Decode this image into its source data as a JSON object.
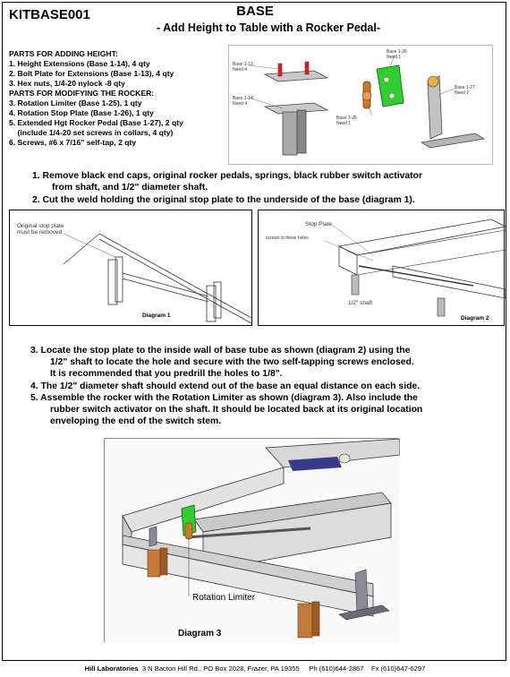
{
  "header": {
    "doc_id": "KITBASE001",
    "title": "BASE",
    "subtitle": "- Add Height to Table with a Rocker Pedal-"
  },
  "parts": {
    "adding_heading": "PARTS FOR ADDING HEIGHT:",
    "adding_items": [
      "1. Height Extensions (Base 1-14), 4 qty",
      "2. Bolt Plate for Extensions (Base 1-13),  4 qty",
      "3. Hex nuts, 1/4-20 nylock     -8 qty"
    ],
    "modifying_heading": "PARTS FOR MODIFYING THE ROCKER:",
    "modifying_items": [
      "3. Rotation Limiter (Base 1-25),  1 qty",
      "4. Rotation Stop Plate (Base 1-26),  1 qty",
      "5. Extended Hgt Rocker Pedal (Base 1-27),  2 qty",
      "    (include 1/4-20 set screws in collars, 4 qty)",
      "6. Screws,  #6  x  7/16\" self-tap,  2 qty"
    ]
  },
  "parts_figure": {
    "labels": [
      "Base 1-13\nNeed 4",
      "Base 1-14\nNeed 4",
      "Base 1-26\nNeed 1",
      "Base 1-25\nNeed 1",
      "Base 1-27\nNeed 2"
    ]
  },
  "steps_a": [
    "1. Remove black end caps, original rocker pedals, springs,  black rubber switch activator",
    "from shaft, and 1/2\" diameter shaft.",
    "2. Cut the weld holding the original stop plate to the underside of the base (diagram 1)."
  ],
  "diagram1": {
    "note": "Original stop plate\nmust be removed",
    "caption": "Diagram 1"
  },
  "diagram2": {
    "stop_plate": "Stop Plate",
    "screws": "screws in these holes",
    "shaft": "1/2\" shaft",
    "caption": "Diagram 2"
  },
  "steps_b": [
    "3.  Locate the stop plate to the inside wall of base tube as shown (diagram 2) using the",
    "1/2\" shaft to locate the hole and secure with the two self-tapping screws enclosed.",
    "It is recommended that you predrill the holes to 1/8\".",
    "4.  The 1/2\" diameter shaft should extend out of the base an equal distance on each side.",
    "5.   Assemble the rocker with the Rotation Limiter as shown (diagram 3).  Also include the",
    "rubber switch activator on the shaft.  It  should be located back at its original location",
    "enveloping the end of the switch stem."
  ],
  "diagram3": {
    "label": "Rotation Limiter",
    "caption": "Diagram 3"
  },
  "footer": {
    "company": "Hill Laboratories",
    "address": "3 N Bacton Hill Rd., PO Box 2028, Frazer, PA 19355",
    "phone": "Ph (610)644-2867",
    "fax": "Fx (610)647-6297"
  }
}
